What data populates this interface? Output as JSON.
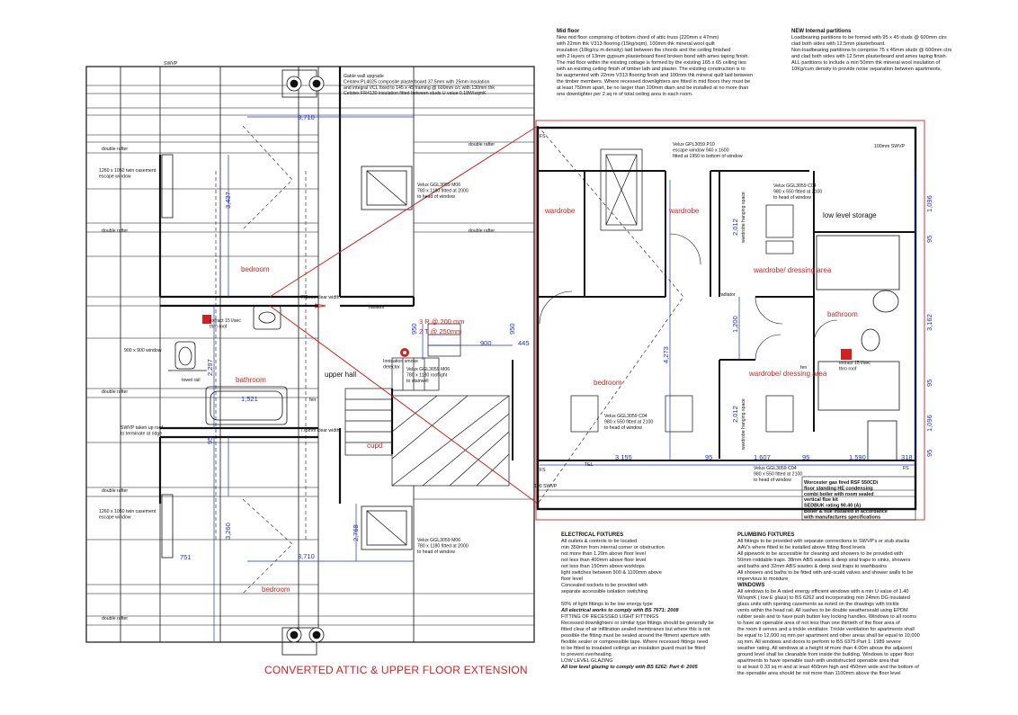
{
  "title": "CONVERTED ATTIC & UPPER FLOOR EXTENSION",
  "colors": {
    "room_label": "#d42020",
    "dimension": "#1a2fd0",
    "ink": "#111111",
    "section_line": "#d42020",
    "boundary": "#d42020"
  },
  "rooms": {
    "bedroom_left": "bedroom",
    "bedroom_left_lower": "bedroom",
    "bathroom_left": "bathroom",
    "upper_hall": "upper hall",
    "cupd": "cupd",
    "wardrobe_1": "wardrobe",
    "wardrobe_2": "wardrobe",
    "low_level_storage": "low level storage",
    "wardrobe_dressing_1": "wardrobe/ dressing area",
    "bathroom_right": "bathroom",
    "bedroom_right": "bedroom",
    "wardrobe_dressing_2": "wardrobe/ dressing area"
  },
  "dimensions": {
    "d3710_top": "3,710",
    "d3710_bottom": "3,710",
    "d3437": "3,437",
    "d2297": "2,297",
    "d1521": "1,521",
    "d95_a": "95",
    "d3260": "3,260",
    "d2768": "2,768",
    "d751": "751",
    "d950_a": "950",
    "d950_b": "950",
    "d900": "900",
    "d445": "445",
    "d4273": "4,273",
    "d1200": "1,200",
    "d2012_a": "2,012",
    "d2012_b": "2,012",
    "d3155": "3,155",
    "d95_b": "95",
    "d1607": "1,607",
    "d95_c": "95",
    "d1590": "1,590",
    "d318": "318",
    "d1096": "1,096",
    "d95_d": "95",
    "d3162": "3,162",
    "d1096b": "1,096",
    "d95_e": "95",
    "d95_f": "95",
    "stair_rise": "3 R @ 200 mm",
    "stair_tread": "2 T @ 250mm"
  },
  "annotations": {
    "swvp_top": "SWVP",
    "gable": "Gable wall upgrade\nCelotex PL4025 composite plasterboard 37.5mm with 25mm insulation\nand integral VCL fixed to 145 x 45 framing @ 600mm c/c with 130mm thk\nCelotex FR4130 insulation fitted between studs     U value 0.18W/sqmK",
    "double_rafter": "double rafter",
    "casement_top": "1260 x 1050 twin casement\nescape window",
    "casement_bottom": "1260 x 1050 twin casement\nescape window",
    "velux_m06_top": "Velux GGL3059 M06\n780 x 1180 fitted at 2000\nto head of window",
    "velux_m06_stair": "Velux GGL3059 M06\n780 x 1180 rooflight\nto stairwell",
    "velux_m06_bottom": "Velux GGL3059 M06\n780 x 1180 fitted at 2000\nto head of window",
    "velux_p10": "Velux GPL3059 P10\nescape window 940 x 1600\nfitted at 1950 to bottom of window",
    "velux_c04_a": "Velux GGL3059 C04\n980 x 550 fitted at 2100\nto head of window",
    "velux_c04_b": "Velux GGL3059 C04\n980 x 550 fitted at 2100\nto head of window",
    "velux_c04_c": "Velux GGL3059 C04\n980 x 550 fitted at 2100\nto head of window",
    "extract_left": "extract 15 l/sec\nthro roof",
    "extract_right": "extract 15 l/sec\nthro roof",
    "window_900": "900 x 900 window",
    "towel_rail": "towel rail",
    "ionisation": "Ionisation smoke\ndetector",
    "swvp_taken": "SWVP taken up roof\nto terminate at ridge",
    "min_height_1": "775mm clear width",
    "min_height_2": "775mm clear width",
    "radiator_1": "radiator",
    "radiator_2": "radiator",
    "fen_1": "fen",
    "fen_2": "fen",
    "fs_1": "FS",
    "fs_2": "FS",
    "fs_3": "FS",
    "swvp_100_top": "100mm SWVP",
    "swvp_100_bottom": "100 SWVP",
    "tel": "TEL",
    "hanging_1": "wardrobe hanging space",
    "hanging_2": "wardrobe hanging space",
    "boiler": "Worcester gas fired RSF 550CDi\nfloor standing HE condensing\ncombi boiler with room sealed\nvertical flue kit\nSEDBUK rating 90.40 (A)\nBoiler & flue installed in accordance\nwith manufactures specifications"
  },
  "notes": {
    "mid_floor": {
      "heading": "Mid floor",
      "lines": [
        "New mid floor comprising of bottom chord of attic truss (220mm x 47mm)",
        "with 22mm thk V313 flooring (15kg/sqm), 100mm thk mineral wool quilt",
        "insulation (10kg/cu m density) laid between the chords and the ceiling finished",
        "with 2 layers of 13mm gypsum plasterboard fixed broken bond with ames taping finish.",
        "The mid floor within the existing cottage is formed by the existing 165 x 65 ceiling ties",
        "with an existing ceiling finish of timber lath and plaster.  The existing construction is to",
        "be augmented with 22mm V313 flooring finish and 100mm thk mineral quilt laid between",
        "the timber members.  Where recessed downlighters are fitted in mid floors they must be",
        "at least 750mm apart, be no larger than 100mm diam and be installed at no more than",
        "one downlighter per 2 sq m of total ceiling area in each room."
      ]
    },
    "partitions": {
      "heading": "NEW Internal partitions",
      "lines": [
        "Loadbearing partitions to be formed with 95 x 45 studs @ 600mm ctrs",
        "clad both sides with 12.5mm plasterboard.",
        "Non-loadbearing partitions to comprise 75 x 45mm studs @ 600mm ctrs",
        "and clad both sides with 12.5mm plasterboard and ames taping finish.",
        "ALL partitions to include a min 50mm thk mineral wool insulation of",
        "10Kg/cum density to provide noise separation between apartments."
      ]
    },
    "electrical": {
      "heading": "ELECTRICAL FIXTURES",
      "lines": [
        "All outlets & controls to be located",
        "min 350mm from internal corner or obstruction",
        "not more than 1.20m above floor level",
        "not less than 400mm above floor level",
        "not less than 150mm above worktops",
        "light switches between 900 & 1100mm above",
        "floor level",
        "Concealed sockets to be provided with",
        "separate accessible isolation switching",
        "",
        "50% of light fittings to be low energy type"
      ],
      "bold_line": "All electrical works to comply with BS 7671: 2008",
      "sub_heading": "FITTING OF RECESSED LIGHT FITTINGS",
      "sub_lines": [
        "Recessed downlighters or similar type fittings should be generally be",
        "fitted clear of air infiltration sealed membranes but where this is not",
        "possible the fitting must be sealed around the fitment aperture with",
        "flexible sealer or compressible tape.  Where recessed fittings need",
        "to be fitted to insulated ceilings an insulation guard must be fitted",
        "to prevent overheating."
      ],
      "glazing_heading": "LOW LEVEL GLAZING",
      "glazing_bold": "All low level glazing to comply with BS 6262: Part 4: 2005"
    },
    "plumbing": {
      "heading": "PLUMBING FIXTURES",
      "lines": [
        "All fittings to be provided with separate connections to SWVP's or stub stacks",
        "AAV's where fitted to be installed above fitting flood levels",
        "All pipework to be accessible for cleaning and showers to be provided with",
        "50mm roddable traps. 38mm ABS wastes & deep seal traps to sinks, showers",
        "and baths and 32mm ABS wastes & deep seal traps to washbasins",
        "All showers and baths to be fitted with anti-scald valves and shower walls to be",
        "impervious to moisture"
      ]
    },
    "windows": {
      "heading": "WINDOWS",
      "lines": [
        "All windows to be A rated energy efficient windows with a min U value of 1.40",
        "W/sqmK ( low E glass) to BS 6262 and incorporating min 24mm DG insulated",
        "glass units with opening casements as noted on the drawings with trickle",
        "vents within the head rail.  All sashes to be double weatherseald using EPDM",
        "rubber seals and to have push button key locking handles.  Windows to all rooms",
        "to have an openable area of not less than one thirtieth of the floor area of",
        "the room it serves and a trickle ventilator.  Trickle ventilation for apartments shall",
        "be equal to 12,000 sq mm per apartment and other areas shall be equal to 10,000",
        "sq mm. All windows and doors to perform to BS 6375:Part 1: 1989 severe",
        "weather rating.  All windows at a height of more than 4.00m above the adjacent",
        "ground level shall be cleanable from inside the building.  Windows to upper floor",
        "apartments to have openable sash with unobstructed openable area that",
        "is at least 0.33 sq m and at least 450mm high and 450mm wide and the bottom of",
        "the openable area should be not more than 1100mm above the floor level"
      ]
    }
  }
}
